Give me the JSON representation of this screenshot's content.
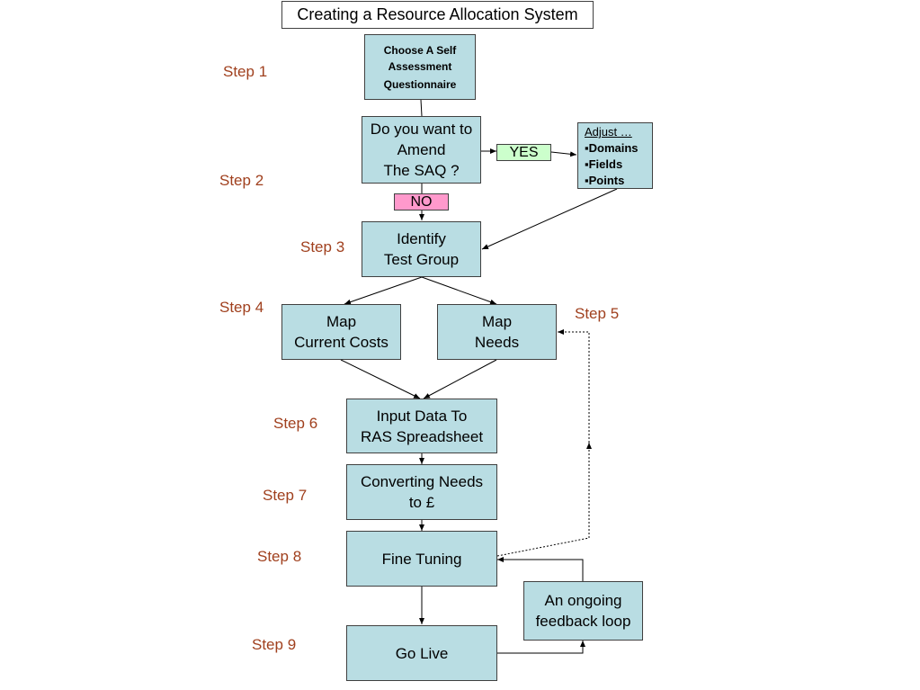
{
  "title": "Creating a Resource Allocation System",
  "steps": {
    "s1": "Step 1",
    "s2": "Step 2",
    "s3": "Step 3",
    "s4": "Step 4",
    "s5": "Step 5",
    "s6": "Step 6",
    "s7": "Step 7",
    "s8": "Step 8",
    "s9": "Step 9"
  },
  "boxes": {
    "choose": [
      "Choose A Self",
      "Assessment",
      "Questionnaire"
    ],
    "amend": [
      "Do you want to",
      "Amend",
      "The SAQ ?"
    ],
    "identify": [
      "Identify",
      "Test Group"
    ],
    "map_costs": [
      "Map",
      "Current Costs"
    ],
    "map_needs": [
      "Map",
      "Needs"
    ],
    "input": [
      "Input Data To",
      "RAS Spreadsheet"
    ],
    "converting": [
      "Converting Needs",
      "to £"
    ],
    "fine_tuning": "Fine Tuning",
    "go_live": "Go Live",
    "feedback": [
      "An ongoing",
      "feedback loop"
    ]
  },
  "adjust": {
    "header": "Adjust …",
    "items": [
      "Domains",
      "Fields",
      "Points"
    ]
  },
  "tags": {
    "yes": "YES",
    "no": "NO"
  },
  "colors": {
    "box_fill": "#b9dde3",
    "step_text": "#a0401e",
    "yes_fill": "#ccffcc",
    "no_fill": "#ff99cc"
  }
}
